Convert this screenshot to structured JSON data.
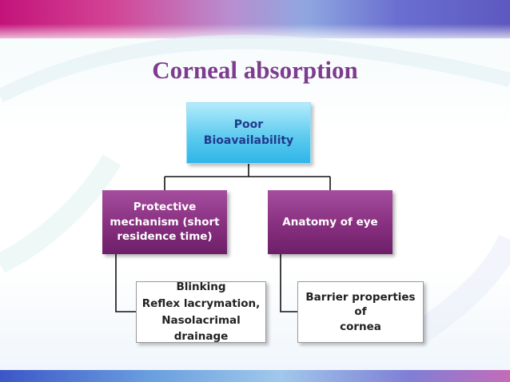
{
  "slide": {
    "title": "Corneal absorption",
    "diagram": {
      "root": {
        "lines": [
          "Poor",
          "Bioavailability"
        ]
      },
      "left_branch": {
        "label": "Protective mechanism (short residence time)",
        "lines": [
          "Protective",
          "mechanism (short",
          "residence time)"
        ],
        "detail": {
          "lines": [
            "Blinking",
            "Reflex lacrymation,",
            "Nasolacrimal drainage"
          ]
        }
      },
      "right_branch": {
        "label": "Anatomy of eye",
        "detail": {
          "lines": [
            "Barrier properties of",
            "cornea"
          ]
        }
      }
    }
  },
  "colors": {
    "title": "#7d3c8e",
    "root_fill": "#4cc4ec",
    "branch_fill": "#8a3182",
    "connector": "#111111"
  }
}
